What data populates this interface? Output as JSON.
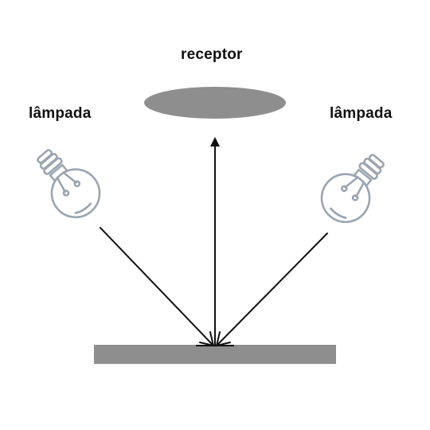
{
  "labels": {
    "receptor": "receptor",
    "lamp_left": "lâmpada",
    "lamp_right": "lâmpada"
  },
  "colors": {
    "receptor_fill": "#8e8e8e",
    "surface_fill": "#8e8e8e",
    "lamp_stroke": "#9aa5b1",
    "ray_stroke": "#111111"
  },
  "icons": {
    "lamp_left": "light-bulb-icon",
    "lamp_right": "light-bulb-icon"
  }
}
